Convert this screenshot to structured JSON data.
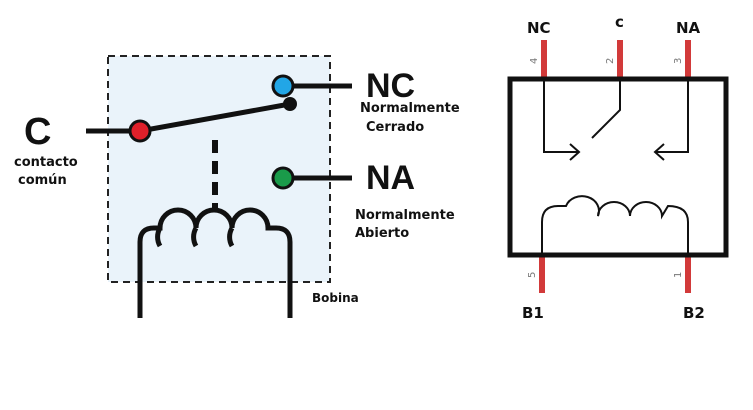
{
  "left_diagram": {
    "common_terminal": "C",
    "common_desc_line1": "contacto",
    "common_desc_line2": "común",
    "nc_terminal": "NC",
    "nc_desc_line1": "Normalmente",
    "nc_desc_line2": "Cerrado",
    "na_terminal": "NA",
    "na_desc_line1": "Normalmente",
    "na_desc_line2": "Abierto",
    "coil_label": "Bobina",
    "colors": {
      "common_dot": "#e0202a",
      "nc_dot": "#22a6e6",
      "na_dot": "#1a9b4a",
      "housing_fill": "#eaf3fa",
      "line": "#111111"
    }
  },
  "right_diagram": {
    "pins": [
      {
        "name": "NC",
        "number": "4"
      },
      {
        "name": "c",
        "number": "2"
      },
      {
        "name": "NA",
        "number": "3"
      },
      {
        "name": "B1",
        "number": "5"
      },
      {
        "name": "B2",
        "number": "1"
      }
    ],
    "colors": {
      "pin": "#d23a3a",
      "line": "#111111"
    }
  }
}
